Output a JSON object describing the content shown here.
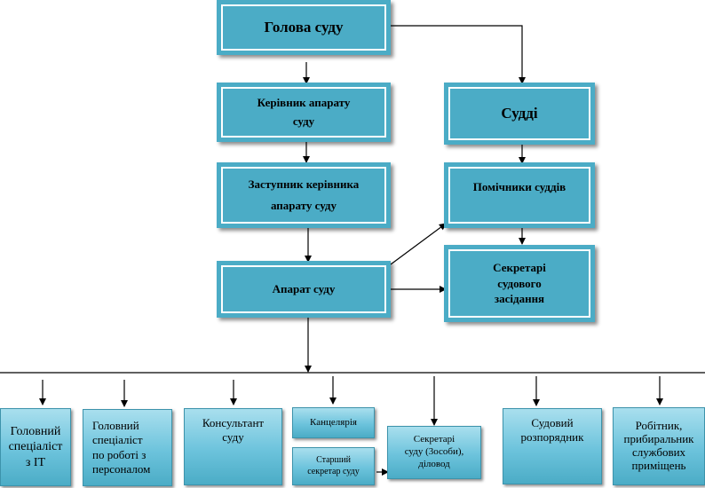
{
  "diagram": {
    "head": "Голова суду",
    "chief_of_staff": "Керівник апарату\nсуду",
    "deputy_chief": "Заступник керівника\nапарату суду",
    "staff": "Апарат  суду",
    "judges": "Судді",
    "judges_assistants": "Помічники суддів",
    "court_secretaries": "Секретарі\nсудового\nзасідання",
    "it_specialist": "Головний\nспеціаліст\nз ІТ",
    "hr_specialist": "Головний\nспеціаліст\nпо роботі з\nперсоналом",
    "consultant": "Консультант\nсуду",
    "chancellery": "Канцелярія",
    "senior_secretary": "Старший\nсекретар суду",
    "secretaries_office": "Секретарі\nсуду (3особи),\nділовод",
    "bailiff": "Судовий\nрозпорядник",
    "cleaner": "Робітник,\nприбиральник\nслужбових\nприміщень"
  }
}
